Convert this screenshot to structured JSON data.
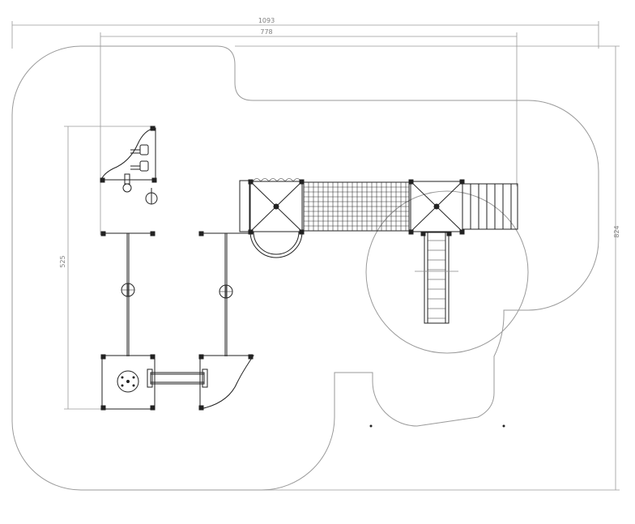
{
  "dimensions": {
    "overall_width": "1093",
    "structure_width": "778",
    "overall_depth": "824",
    "structure_depth": "525"
  }
}
